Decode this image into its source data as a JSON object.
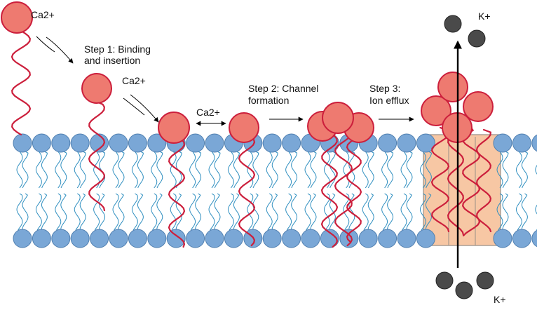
{
  "labels": {
    "ca_top": "Ca2+",
    "step1_line1": "Step 1: Binding",
    "step1_line2": "and insertion",
    "ca_mid": "Ca2+",
    "ca_eq": "Ca2+",
    "step2_line1": "Step 2: Channel",
    "step2_line2": "formation",
    "step3_line1": "Step 3:",
    "step3_line2": "Ion efflux",
    "k_top": "K+",
    "k_bottom": "K+"
  },
  "colors": {
    "protein_fill": "#ee7a70",
    "protein_stroke": "#cc1f3c",
    "lipid_head_fill": "#7aa7d6",
    "lipid_head_stroke": "#4f7fb0",
    "lipid_tail": "#2f8fc0",
    "channel_fill": "#f7c7a4",
    "channel_stroke": "#9a8f86",
    "ion_fill": "#4a4a4a",
    "arrow": "#000000"
  }
}
